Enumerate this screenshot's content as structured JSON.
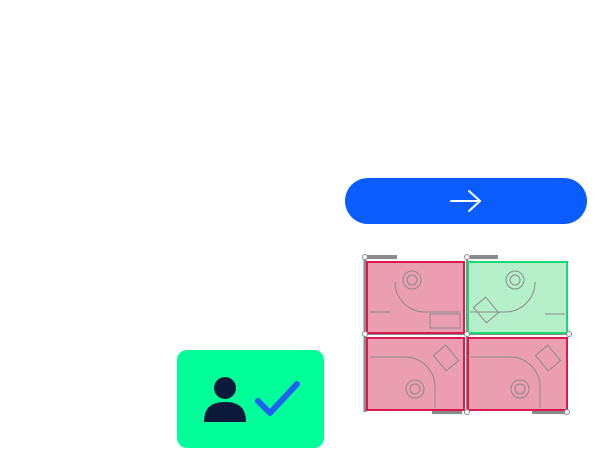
{
  "colors": {
    "primary_button": "#0a5cff",
    "arrow": "#ffffff",
    "badge_bg": "#00ff99",
    "user_icon": "#0b1a3a",
    "check_icon": "#1e63f0",
    "desk_taken_fill": "#e47d98",
    "desk_taken_stroke": "#d9194f",
    "desk_free_fill": "#9eebb8",
    "desk_free_stroke": "#19d86f",
    "furniture_line": "#8a8a8a"
  },
  "icons": {
    "next": "arrow-right-icon",
    "user": "user-icon",
    "check": "check-icon"
  },
  "floorplan": {
    "desks": [
      {
        "id": "desk-top-left",
        "status": "taken"
      },
      {
        "id": "desk-top-right",
        "status": "available"
      },
      {
        "id": "desk-bottom-left",
        "status": "taken"
      },
      {
        "id": "desk-bottom-right",
        "status": "taken"
      }
    ]
  }
}
